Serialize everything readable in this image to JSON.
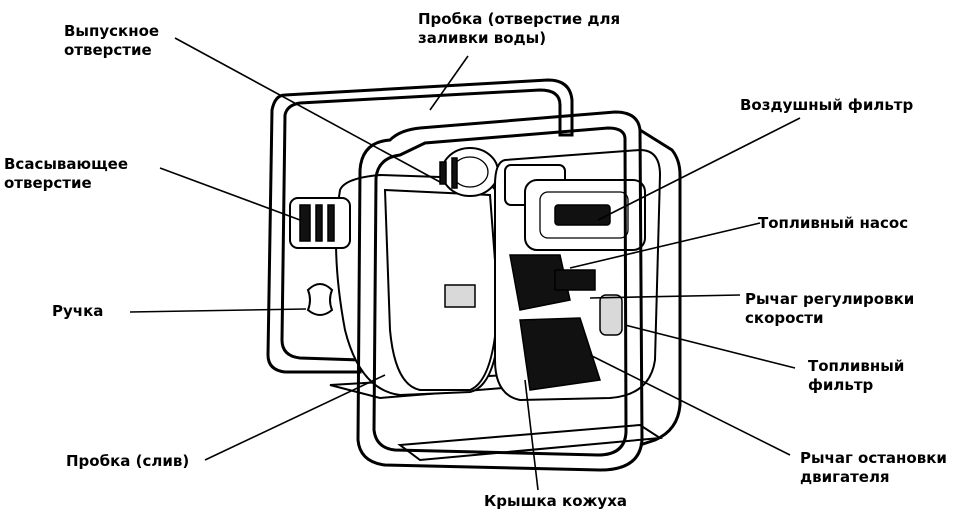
{
  "labels": {
    "outlet": [
      "Выпускное",
      "отверстие"
    ],
    "plug_fill": [
      "Пробка (отверстие для",
      "заливки воды)"
    ],
    "air_filter": "Воздушный фильтр",
    "suction": [
      "Всасывающее",
      "отверстие"
    ],
    "fuel_pump": "Топливный насос",
    "handle": "Ручка",
    "speed_lever": [
      "Рычаг регулировки",
      "скорости"
    ],
    "fuel_filter": [
      "Топливный",
      "фильтр"
    ],
    "plug_drain": "Пробка (слив)",
    "stop_lever": [
      "Рычаг остановки",
      "двигателя"
    ],
    "cover": "Крышка кожуха"
  }
}
